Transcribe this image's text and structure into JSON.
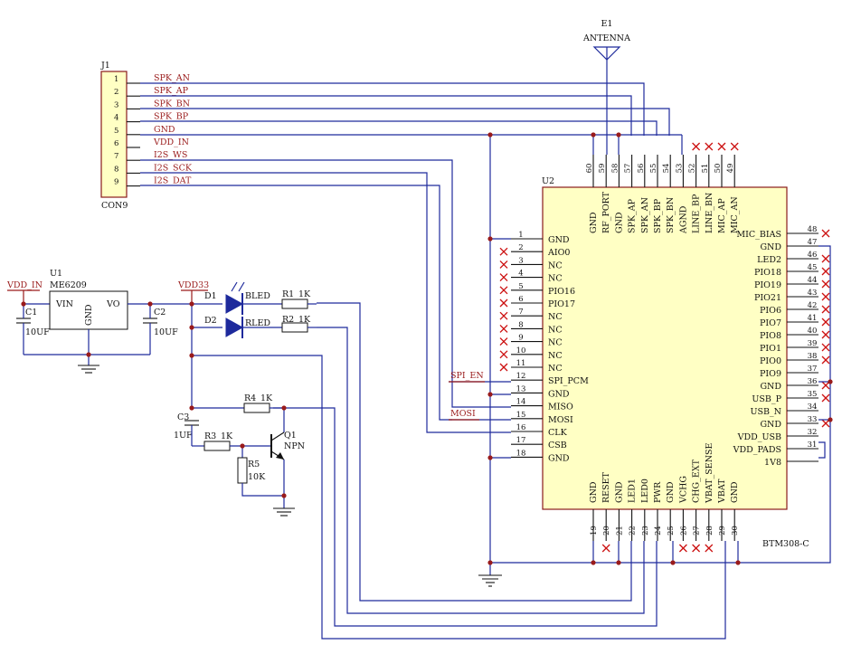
{
  "antenna": {
    "ref": "E1",
    "name": "ANTENNA"
  },
  "connector": {
    "ref": "J1",
    "part": "CON9",
    "pins": [
      {
        "num": "1",
        "net": "SPK_AN"
      },
      {
        "num": "2",
        "net": "SPK_AP"
      },
      {
        "num": "3",
        "net": "SPK_BN"
      },
      {
        "num": "4",
        "net": "SPK_BP"
      },
      {
        "num": "5",
        "net": "GND"
      },
      {
        "num": "6",
        "net": "VDD_IN"
      },
      {
        "num": "7",
        "net": "I2S_WS"
      },
      {
        "num": "8",
        "net": "I2S_SCK"
      },
      {
        "num": "9",
        "net": "I2S_DAT"
      }
    ]
  },
  "module": {
    "ref": "U2",
    "part": "BTM308-C",
    "left_pins": [
      {
        "num": "1",
        "name": "GND",
        "nc": false
      },
      {
        "num": "2",
        "name": "AIO0",
        "nc": true
      },
      {
        "num": "3",
        "name": "NC",
        "nc": true
      },
      {
        "num": "4",
        "name": "NC",
        "nc": true
      },
      {
        "num": "5",
        "name": "PIO16",
        "nc": true
      },
      {
        "num": "6",
        "name": "PIO17",
        "nc": true
      },
      {
        "num": "7",
        "name": "NC",
        "nc": true
      },
      {
        "num": "8",
        "name": "NC",
        "nc": true
      },
      {
        "num": "9",
        "name": "NC",
        "nc": true
      },
      {
        "num": "10",
        "name": "NC",
        "nc": true
      },
      {
        "num": "11",
        "name": "NC",
        "nc": true
      },
      {
        "num": "12",
        "name": "SPI_PCM",
        "nc": false
      },
      {
        "num": "13",
        "name": "GND",
        "nc": false
      },
      {
        "num": "14",
        "name": "MISO",
        "nc": false
      },
      {
        "num": "15",
        "name": "MOSI",
        "nc": false
      },
      {
        "num": "16",
        "name": "CLK",
        "nc": false
      },
      {
        "num": "17",
        "name": "CSB",
        "nc": false
      },
      {
        "num": "18",
        "name": "GND",
        "nc": false
      }
    ],
    "bottom_pins": [
      {
        "num": "19",
        "name": "GND",
        "nc": false
      },
      {
        "num": "20",
        "name": "RESET",
        "nc": true
      },
      {
        "num": "21",
        "name": "GND",
        "nc": false
      },
      {
        "num": "22",
        "name": "LED1",
        "nc": false
      },
      {
        "num": "23",
        "name": "LED0",
        "nc": false
      },
      {
        "num": "24",
        "name": "PWR",
        "nc": false
      },
      {
        "num": "25",
        "name": "GND",
        "nc": false
      },
      {
        "num": "26",
        "name": "VCHG",
        "nc": true
      },
      {
        "num": "27",
        "name": "CHG_EXT",
        "nc": true
      },
      {
        "num": "28",
        "name": "VBAT_SENSE",
        "nc": true
      },
      {
        "num": "29",
        "name": "VBAT",
        "nc": false
      },
      {
        "num": "30",
        "name": "GND",
        "nc": false
      }
    ],
    "right_pins": [
      {
        "num": "48",
        "name": "MIC_BIAS",
        "nc": true
      },
      {
        "num": "47",
        "name": "GND",
        "nc": false
      },
      {
        "num": "46",
        "name": "LED2",
        "nc": true
      },
      {
        "num": "45",
        "name": "PIO18",
        "nc": true
      },
      {
        "num": "44",
        "name": "PIO19",
        "nc": true
      },
      {
        "num": "43",
        "name": "PIO21",
        "nc": true
      },
      {
        "num": "42",
        "name": "PIO6",
        "nc": true
      },
      {
        "num": "41",
        "name": "PIO7",
        "nc": true
      },
      {
        "num": "40",
        "name": "PIO8",
        "nc": true
      },
      {
        "num": "39",
        "name": "PIO1",
        "nc": true
      },
      {
        "num": "38",
        "name": "PIO0",
        "nc": true
      },
      {
        "num": "37",
        "name": "PIO9",
        "nc": false
      },
      {
        "num": "36",
        "name": "GND",
        "nc": true
      },
      {
        "num": "35",
        "name": "USB_P",
        "nc": true
      },
      {
        "num": "34",
        "name": "USB_N",
        "nc": false
      },
      {
        "num": "33",
        "name": "GND",
        "nc": true
      },
      {
        "num": "32",
        "name": "VDD_USB",
        "nc": false
      },
      {
        "num": "31",
        "name": "VDD_PADS",
        "nc": false
      },
      {
        "num": "",
        "name": "1V8",
        "nc": false
      }
    ],
    "top_pins": [
      {
        "num": "60",
        "name": "GND",
        "nc": false
      },
      {
        "num": "59",
        "name": "RF_PORT",
        "nc": false
      },
      {
        "num": "58",
        "name": "GND",
        "nc": false
      },
      {
        "num": "57",
        "name": "SPK_AP",
        "nc": false
      },
      {
        "num": "56",
        "name": "SPK_AN",
        "nc": false
      },
      {
        "num": "55",
        "name": "SPK_BP",
        "nc": false
      },
      {
        "num": "54",
        "name": "SPK_BN",
        "nc": false
      },
      {
        "num": "53",
        "name": "AGND",
        "nc": false
      },
      {
        "num": "52",
        "name": "LINE_BP",
        "nc": true
      },
      {
        "num": "51",
        "name": "LINE_BN",
        "nc": true
      },
      {
        "num": "50",
        "name": "MIC_AP",
        "nc": true
      },
      {
        "num": "49",
        "name": "MIC_AN",
        "nc": true
      }
    ]
  },
  "regulator": {
    "ref": "U1",
    "part": "ME6209",
    "vin": "VIN",
    "gnd": "GND",
    "vo": "VO",
    "in_net": "VDD_IN",
    "out_net": "VDD33"
  },
  "caps": {
    "c1": {
      "ref": "C1",
      "value": "10UF"
    },
    "c2": {
      "ref": "C2",
      "value": "10UF"
    },
    "c3": {
      "ref": "C3",
      "value": "1UF"
    }
  },
  "leds": {
    "d1": {
      "ref": "D1",
      "name": "BLED"
    },
    "d2": {
      "ref": "D2",
      "name": "RLED"
    }
  },
  "resistors": {
    "r1": {
      "ref": "R1",
      "value": "1K"
    },
    "r2": {
      "ref": "R2",
      "value": "1K"
    },
    "r3": {
      "ref": "R3",
      "value": "1K"
    },
    "r4": {
      "ref": "R4",
      "value": "1K"
    },
    "r5": {
      "ref": "R5",
      "value": "10K"
    }
  },
  "transistor": {
    "ref": "Q1",
    "type": "NPN"
  },
  "nets": {
    "spi_en": "SPI_EN",
    "mosi": "MOSI",
    "vdd_in": "VDD_IN",
    "vdd33": "VDD33"
  },
  "colors": {
    "wire": "#1e2a9c",
    "net_label": "#9a1b1b",
    "no_connect": "#cc1111",
    "module_fill": "#ffffc4",
    "connector_fill": "#ffffc4"
  }
}
